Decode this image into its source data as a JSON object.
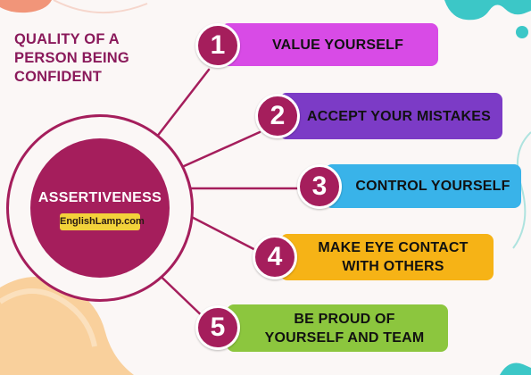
{
  "heading": {
    "lines": [
      "QUALITY OF A",
      "PERSON BEING",
      "CONFIDENT"
    ]
  },
  "hub": {
    "title": "ASSERTIVENESS",
    "badge": "EnglishLamp.com"
  },
  "items": [
    {
      "number": "1",
      "lines": [
        "VALUE YOURSELF"
      ],
      "color": "#d84be6"
    },
    {
      "number": "2",
      "lines": [
        "ACCEPT YOUR MISTAKES"
      ],
      "color": "#7c3bc6"
    },
    {
      "number": "3",
      "lines": [
        "CONTROL YOURSELF"
      ],
      "color": "#39b3e9"
    },
    {
      "number": "4",
      "lines": [
        "MAKE EYE CONTACT",
        "WITH OTHERS"
      ],
      "color": "#f6b316"
    },
    {
      "number": "5",
      "lines": [
        "BE PROUD OF",
        "YOURSELF AND TEAM"
      ],
      "color": "#8cc63e"
    }
  ],
  "colors": {
    "primary": "#a51e5c",
    "heading": "#8a1a5b",
    "badge": "#f3d23a"
  }
}
